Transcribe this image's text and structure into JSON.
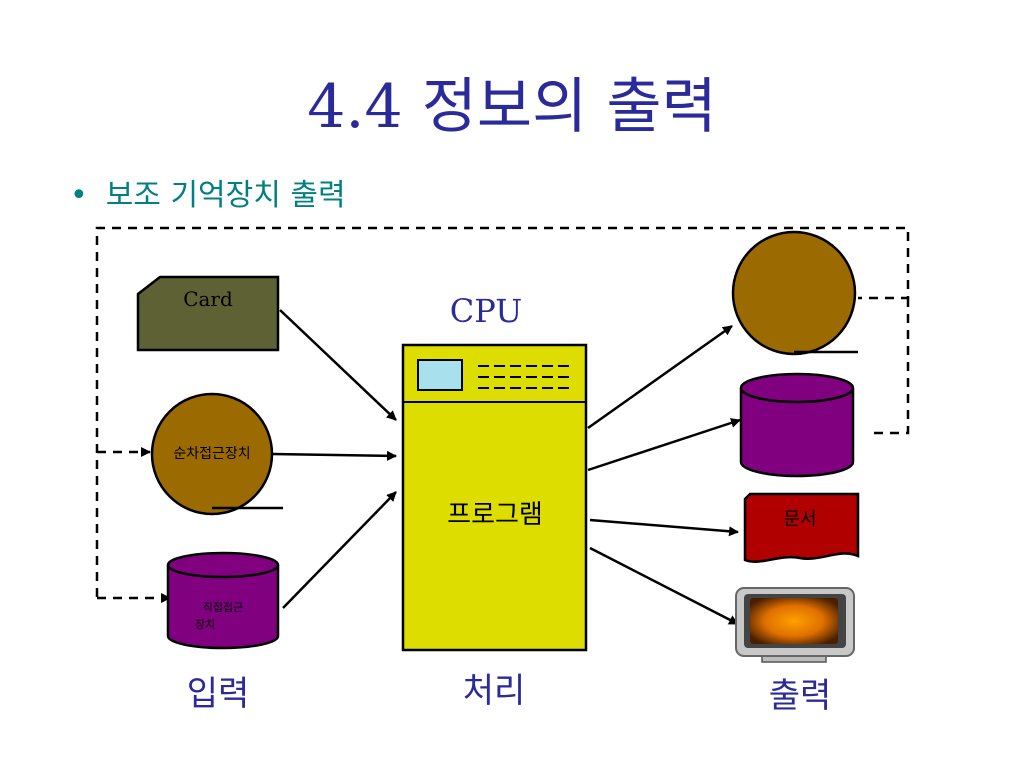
{
  "title": "4.4 정보의 출력",
  "bullet": "보조 기억장치 출력",
  "diagram": {
    "cpu_label": "CPU",
    "cpu_program_label": "프로그램",
    "card_label": "Card",
    "sequential_access_label": "순차접근장치",
    "direct_access_label_line1": "직접접근",
    "direct_access_label_line2": "장치",
    "document_label": "문서",
    "input_label": "입력",
    "process_label": "처리",
    "output_label": "출력"
  },
  "colors": {
    "title": "#2a2a9a",
    "bullet": "#008080",
    "card_fill": "#5e6133",
    "tape_fill": "#9b6a00",
    "disk_fill": "#800080",
    "cpu_fill": "#dddd00",
    "document_fill": "#b00000"
  }
}
